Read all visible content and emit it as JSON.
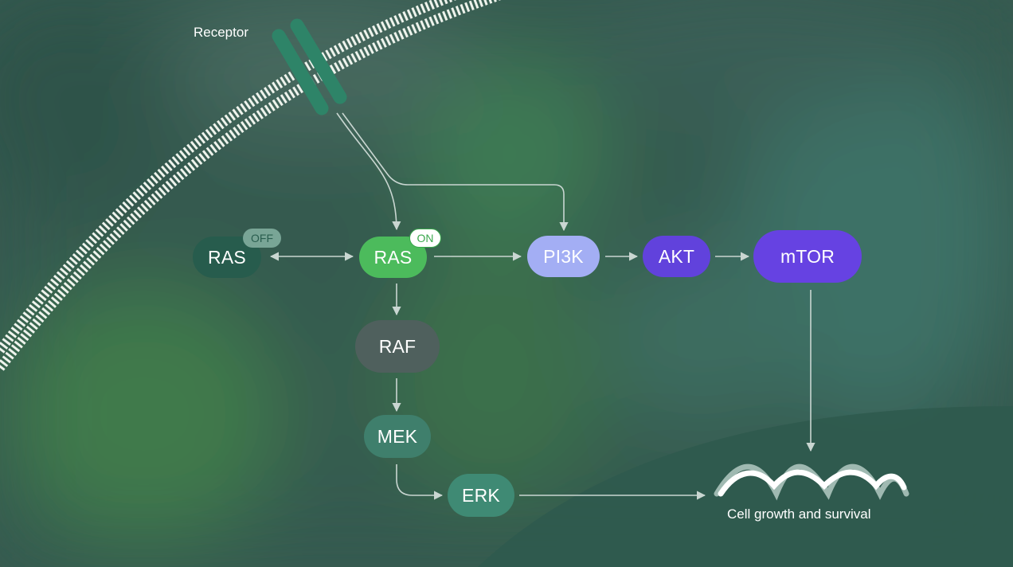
{
  "receptor_label": "Receptor",
  "nodes": {
    "ras_off": "RAS",
    "ras_on": "RAS",
    "raf": "RAF",
    "mek": "MEK",
    "erk": "ERK",
    "pi3k": "PI3K",
    "akt": "AKT",
    "mtor": "mTOR"
  },
  "badges": {
    "off": "OFF",
    "on": "ON"
  },
  "outcome_label": "Cell growth and survival",
  "colors": {
    "ras_off": "#275c4d",
    "ras_on": "#4cbb5c",
    "raf": "#4f605d",
    "mek": "#3f7f6c",
    "erk": "#3f8a74",
    "pi3k": "#a3aef4",
    "akt": "#6142dc",
    "mtor": "#6642e2",
    "arrow": "#c9d6d1",
    "membrane": "#f2f5ef",
    "receptor": "#2e8468"
  }
}
